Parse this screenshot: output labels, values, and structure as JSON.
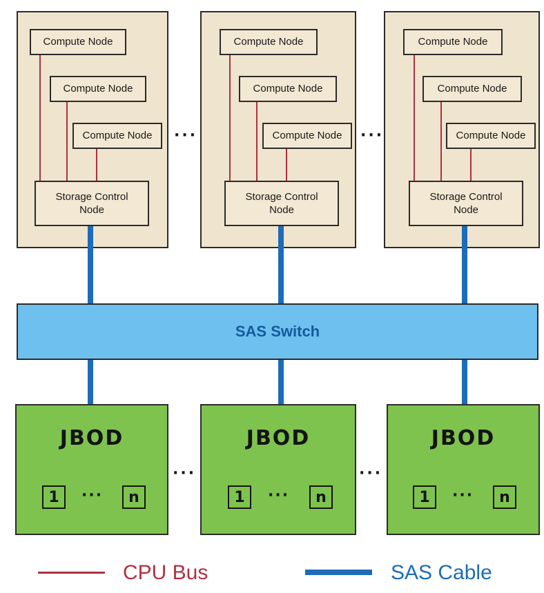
{
  "groups": [
    {
      "compute_nodes": [
        "Compute Node",
        "Compute Node",
        "Compute Node"
      ],
      "storage_node": "Storage Control Node"
    },
    {
      "compute_nodes": [
        "Compute Node",
        "Compute Node",
        "Compute Node"
      ],
      "storage_node": "Storage Control Node"
    },
    {
      "compute_nodes": [
        "Compute Node",
        "Compute Node",
        "Compute Node"
      ],
      "storage_node": "Storage Control Node"
    }
  ],
  "ellipsis": "···",
  "switch_label": "SAS Switch",
  "jbods": [
    {
      "title": "JBOD",
      "first": "1",
      "last": "n",
      "dots": "···"
    },
    {
      "title": "JBOD",
      "first": "1",
      "last": "n",
      "dots": "···"
    },
    {
      "title": "JBOD",
      "first": "1",
      "last": "n",
      "dots": "···"
    }
  ],
  "legend": {
    "cpu_bus": "CPU Bus",
    "sas_cable": "SAS Cable"
  },
  "colors": {
    "cpu_bus": "#b03040",
    "sas_cable": "#1c6cb8",
    "switch_fill": "#6ec0ee",
    "switch_text": "#145a9c",
    "jbod_fill": "#7ec34e",
    "group_fill": "#efe4cd"
  }
}
